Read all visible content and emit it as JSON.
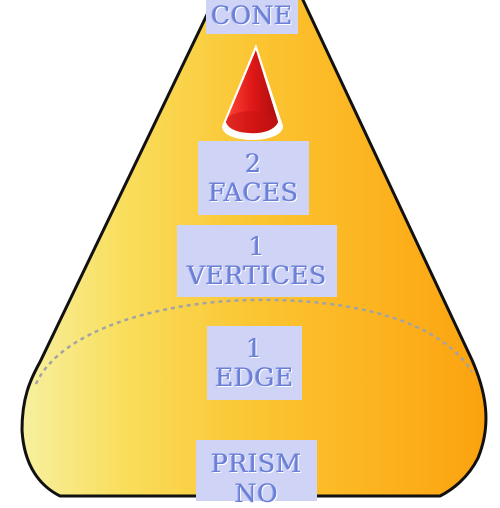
{
  "diagram": {
    "title": "CONE",
    "faces": {
      "value": "2",
      "label": "FACES"
    },
    "vertices": {
      "value": "1",
      "label": "VERTICES"
    },
    "edges": {
      "value": "1",
      "label": "EDGE"
    },
    "prism": {
      "label": "PRISM",
      "value": "NO"
    }
  },
  "colors": {
    "cone_light": "#f7f0a0",
    "cone_mid": "#fbc532",
    "cone_dark": "#fca20f",
    "outline": "#111111",
    "base_dash": "#a3a3a3",
    "label_bg": "#cfd4f7",
    "label_text": "#6b7fd6",
    "icon_red": "#e01818"
  }
}
